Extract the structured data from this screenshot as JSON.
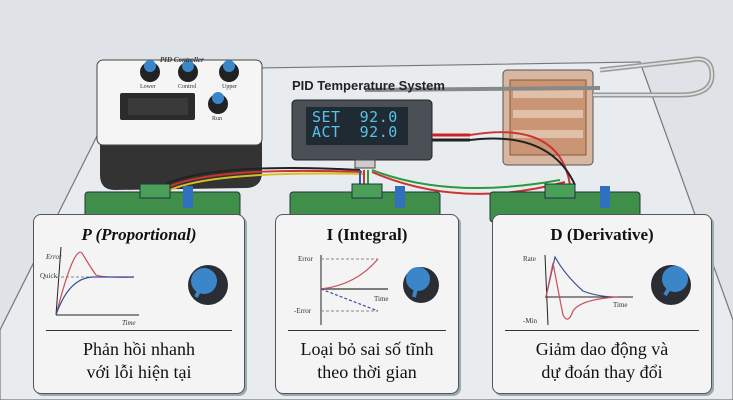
{
  "panel_title": "PID Temperature System",
  "controller_box": {
    "label": "PID Controller",
    "knob_labels": [
      "Lower",
      "Control",
      "Upper",
      "Run"
    ]
  },
  "display": {
    "line1_label": "SET",
    "line1_value": "92.0",
    "line2_label": "ACT",
    "line2_value": "92.0"
  },
  "cards": [
    {
      "title": "P (Proportional)",
      "y_label": "Error",
      "mid_label": "Quick",
      "x_label": "Time",
      "desc_line1": "Phản hồi nhanh",
      "desc_line2": "với lỗi hiện tại"
    },
    {
      "title": "I (Integral)",
      "y_label": "Error",
      "mid_label": "-Error",
      "x_label": "Time",
      "desc_line1": "Loại bỏ sai số tĩnh",
      "desc_line2": "theo thời gian"
    },
    {
      "title": "D (Derivative)",
      "y_label": "Rate",
      "mid_label": "-Min",
      "x_label": "Time",
      "desc_line1": "Giảm dao động và",
      "desc_line2": "dự đoán thay đổi"
    }
  ],
  "colors": {
    "knob_blue": "#3a86c8",
    "lcd_text": "#59c2ea",
    "pcb_green": "#3f8f4a",
    "curve_red": "#c8505a",
    "curve_blue": "#3a4f9a"
  }
}
